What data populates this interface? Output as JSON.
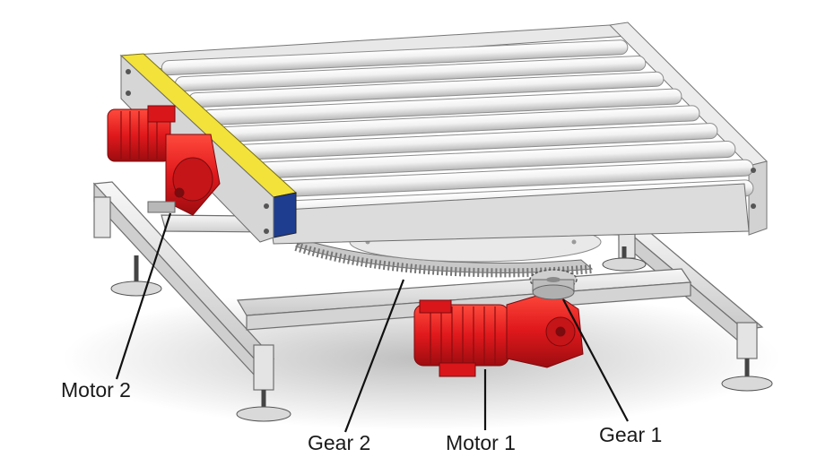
{
  "labels": {
    "motor2": "Motor 2",
    "gear2": "Gear 2",
    "motor1": "Motor 1",
    "gear1": "Gear 1"
  },
  "colors": {
    "motor": "#e0191c",
    "frame": "#e6e6e8",
    "roller": "#efefef",
    "side_rail": "#f2e23a",
    "gear": "#bdbdbd",
    "leader_line": "#111111"
  },
  "parts": {
    "roller_count": 9
  }
}
